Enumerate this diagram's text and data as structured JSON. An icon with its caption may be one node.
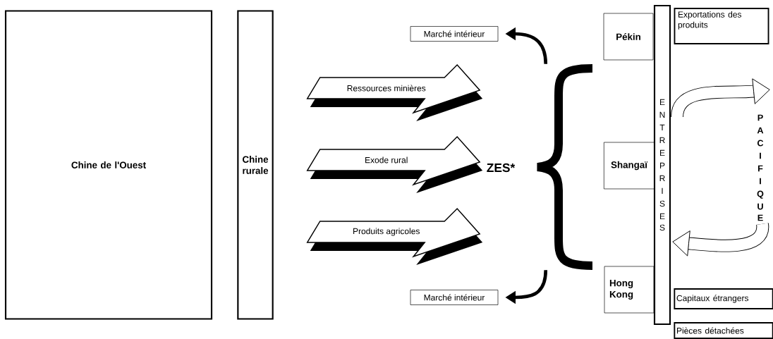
{
  "diagram": {
    "nodes": [
      {
        "text": [
          "Chine de l'Ouest"
        ]
      },
      {
        "text": [
          "Chine rurale"
        ]
      },
      {
        "text": [
          "ZES*"
        ]
      },
      {
        "text": [],
        "shape": "brace"
      },
      {
        "text": [
          "Marché intérieur"
        ]
      },
      {
        "text": [
          "Marché intérieur"
        ]
      },
      {
        "text": [
          "Pékin"
        ]
      },
      {
        "text": [
          "Shangaï"
        ]
      },
      {
        "text": [
          "Hong Kong"
        ]
      },
      {
        "text": [
          "ENTREPRISES"
        ]
      },
      {
        "text": [
          "Exportations des produits"
        ]
      },
      {
        "text": [
          "PACIFIQUE"
        ]
      },
      {
        "text": [
          "Capitaux étrangers"
        ]
      },
      {
        "text": [
          "Pièces détachées"
        ]
      }
    ],
    "edges": [
      {
        "from": 1,
        "to": 2,
        "arrow": "to",
        "label": "Ressources minières",
        "style": "thick"
      },
      {
        "from": 1,
        "to": 2,
        "arrow": "to",
        "label": "Exode rural",
        "style": "thick"
      },
      {
        "from": 1,
        "to": 2,
        "arrow": "to",
        "label": "Produits agricoles",
        "style": "thick"
      },
      {
        "from": 3,
        "to": 4,
        "arrow": "to"
      },
      {
        "from": 3,
        "to": 5,
        "arrow": "to"
      },
      {
        "from": 9,
        "to": 11,
        "arrow": "to",
        "style": "thick"
      },
      {
        "from": 11,
        "to": 9,
        "arrow": "to",
        "style": "thick"
      }
    ]
  }
}
